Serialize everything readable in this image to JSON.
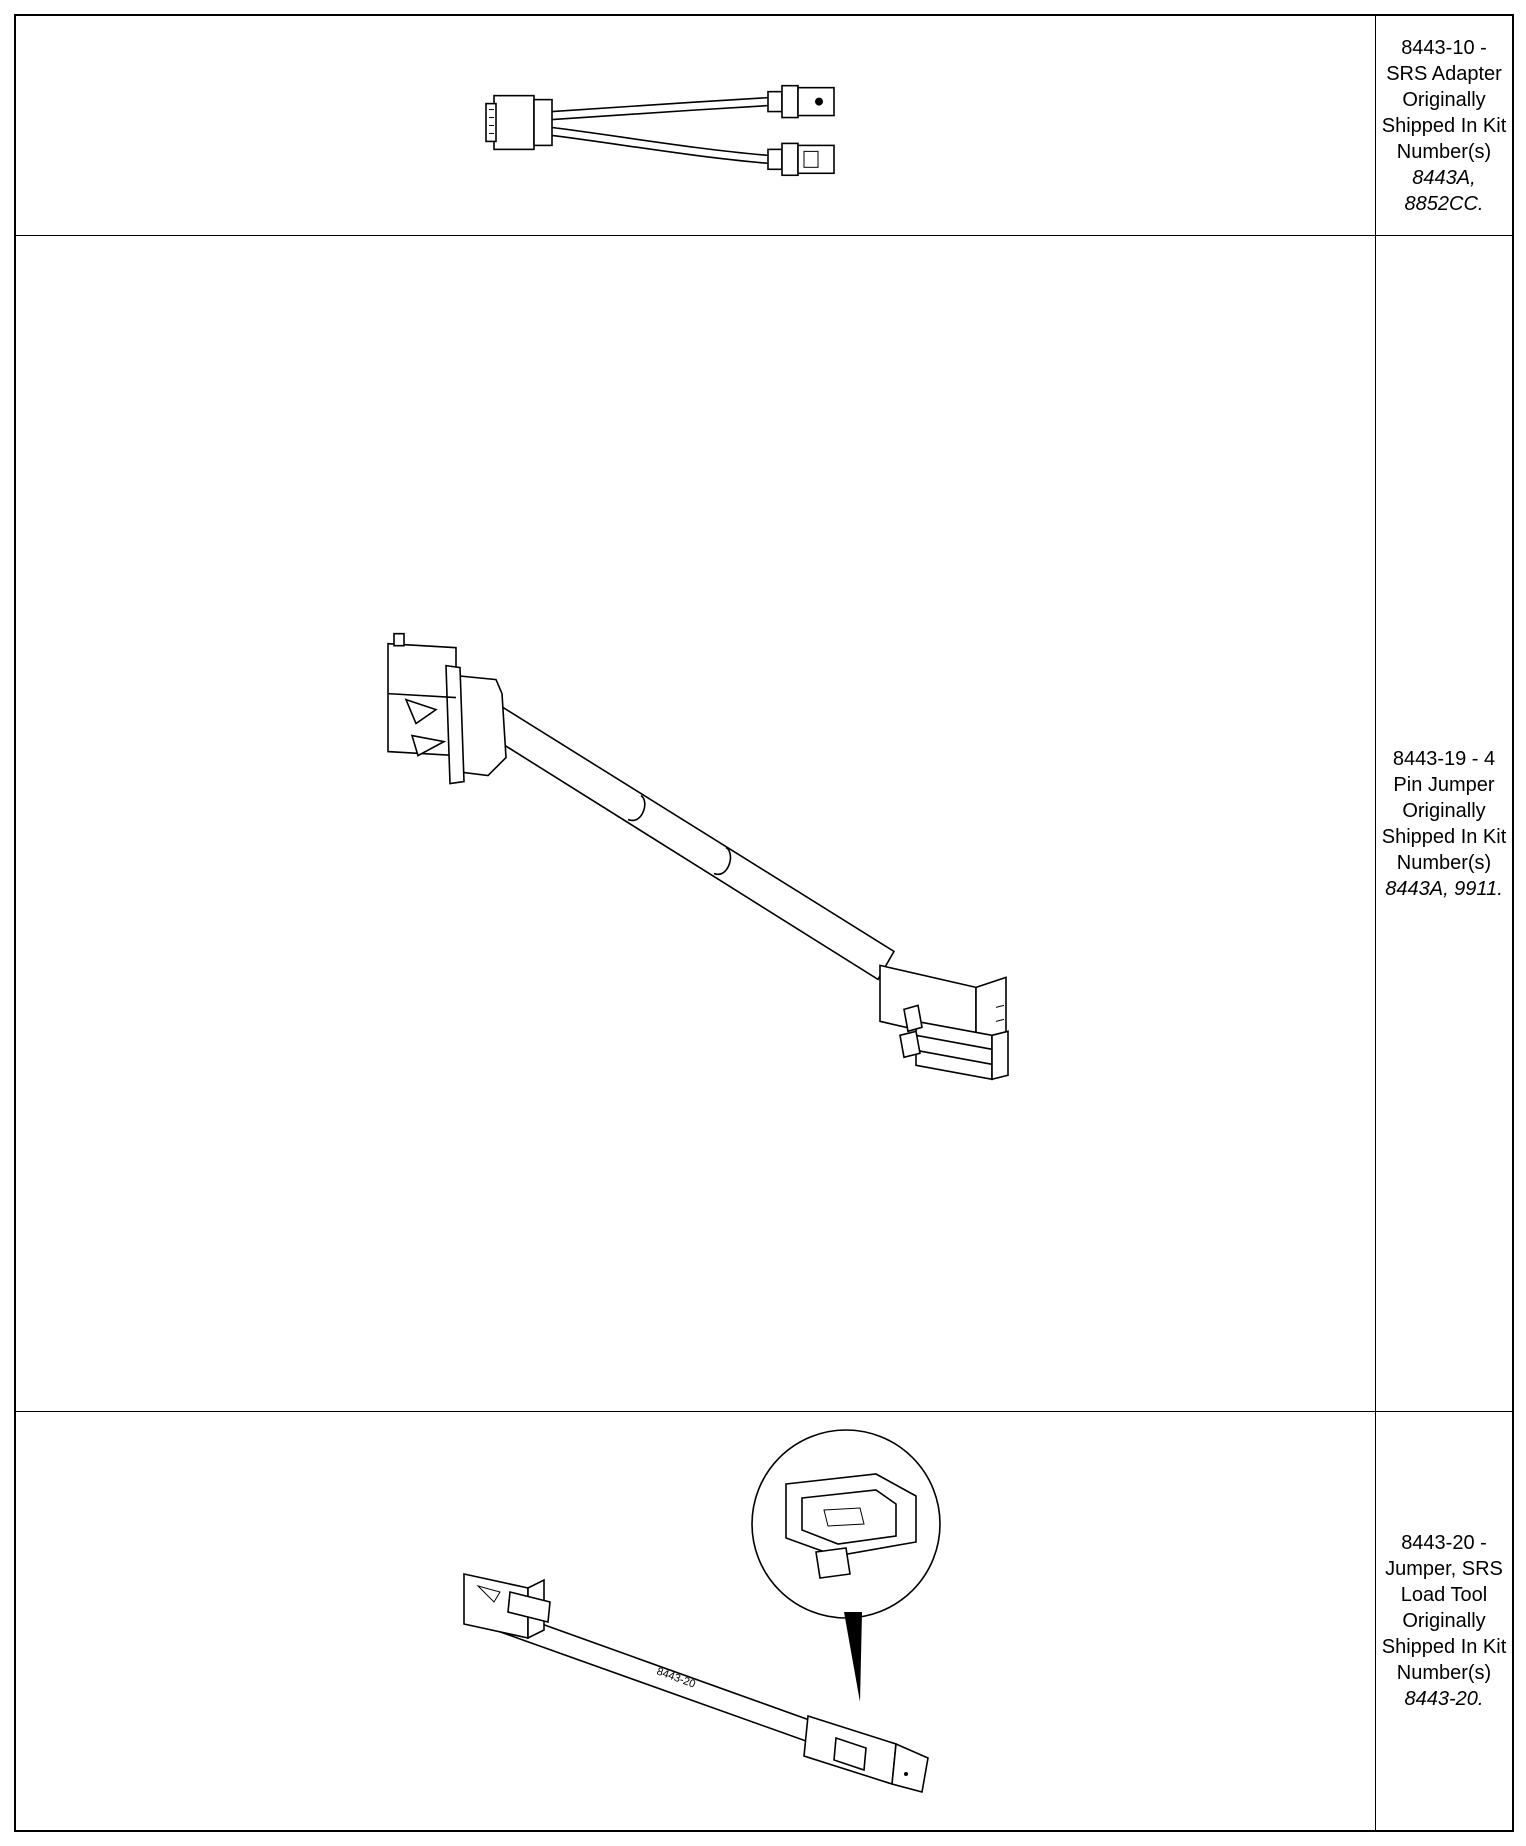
{
  "items": [
    {
      "title": "8443-10 - SRS Adapter",
      "shipped_label": "Originally Shipped In Kit Number(s)",
      "kits": "8443A, 8852CC."
    },
    {
      "title": "8443-19 - 4 Pin Jumper",
      "shipped_label": "Originally Shipped In Kit Number(s)",
      "kits": "8443A, 9911."
    },
    {
      "title": "8443-20 - Jumper, SRS Load Tool",
      "shipped_label": "Originally Shipped In Kit Number(s)",
      "kits": "8443-20."
    }
  ],
  "illustrations": {
    "item3_cable_label": "8443-20"
  }
}
